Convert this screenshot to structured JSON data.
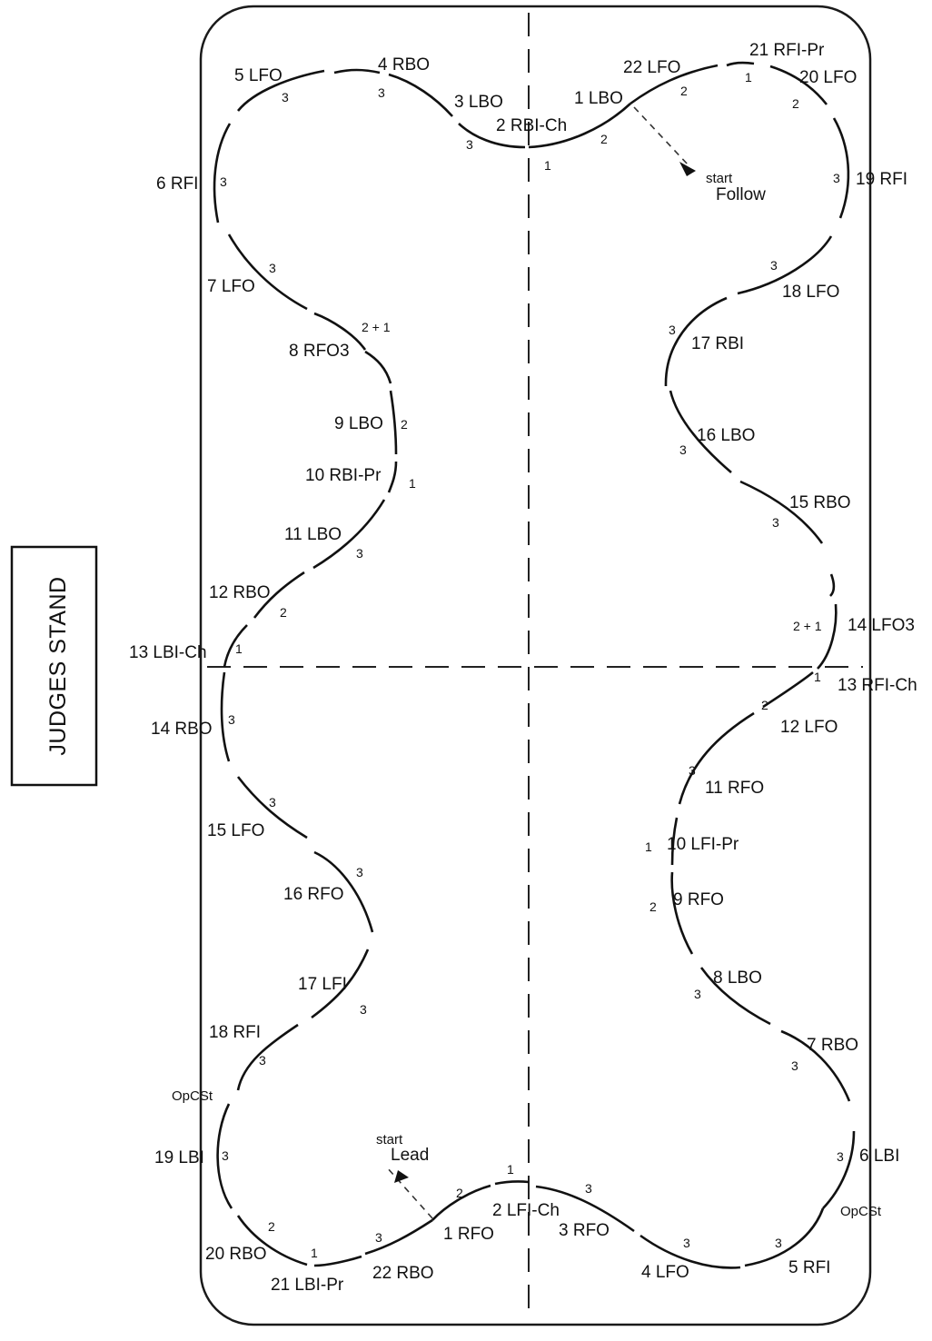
{
  "judges_stand": "JUDGES STAND",
  "follow": {
    "start_label": "start",
    "partner_label": "Follow",
    "step_labels": [
      "1 LBO",
      "2 RBI-Ch",
      "3 LBO",
      "4 RBO",
      "5 LFO",
      "6 RFI",
      "7 LFO",
      "8 RFO3",
      "9 LBO",
      "10 RBI-Pr",
      "11 LBO",
      "12 RBO",
      "13 LBI-Ch",
      "14 RBO",
      "15 LFO",
      "16 RFO",
      "17 LFI",
      "18 RFI",
      "OpCSt",
      "19 LBI",
      "20 RBO",
      "21 LBI-Pr",
      "22 RBO"
    ],
    "beat_counts": [
      "2",
      "1",
      "3",
      "3",
      "3",
      "3",
      "3",
      "2 + 1",
      "2",
      "1",
      "3",
      "2",
      "1",
      "3",
      "3",
      "3",
      "3",
      "3",
      "3",
      "2",
      "1",
      "3"
    ]
  },
  "lead": {
    "start_label": "start",
    "partner_label": "Lead",
    "step_labels": [
      "1 RFO",
      "2 LFI-Ch",
      "3 RFO",
      "4 LFO",
      "5 RFI",
      "OpCSt",
      "6 LBI",
      "7 RBO",
      "8 LBO",
      "9 RFO",
      "10 LFI-Pr",
      "11 RFO",
      "12 LFO",
      "13 RFI-Ch",
      "14 LFO3",
      "15 RBO",
      "16 LBO",
      "17 RBI",
      "18 LFO",
      "19 RFI",
      "20 LFO",
      "21 RFI-Pr",
      "22 LFO"
    ],
    "beat_counts": [
      "2",
      "1",
      "3",
      "3",
      "3",
      "3",
      "3",
      "3",
      "2",
      "1",
      "3",
      "2",
      "1",
      "2 + 1",
      "3",
      "3",
      "3",
      "3",
      "3",
      "2",
      "1",
      "2"
    ]
  }
}
